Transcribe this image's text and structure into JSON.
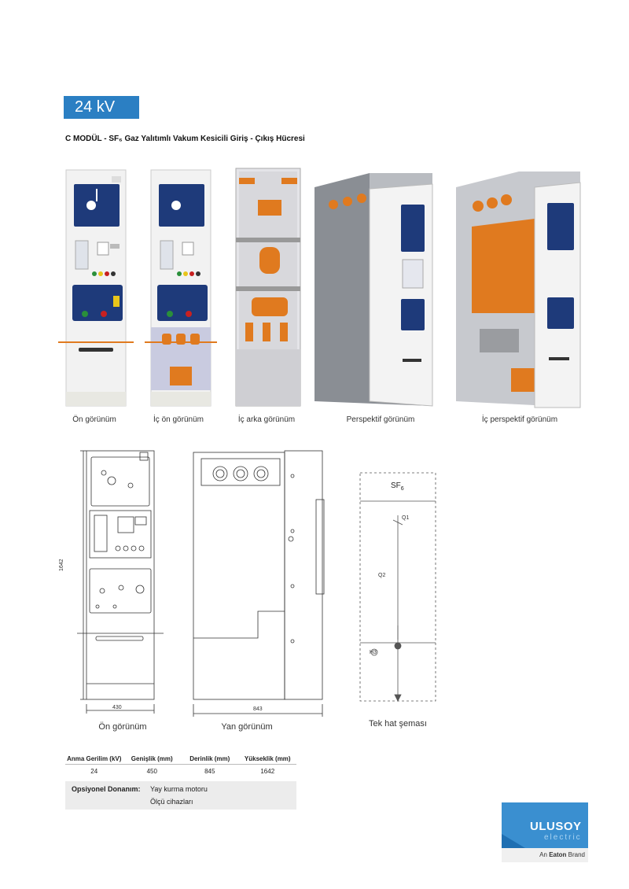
{
  "header": {
    "voltage_badge": "24 kV",
    "subtitle": "C MODÜL - SF₆ Gaz Yalıtımlı Vakum Kesicili Giriş - Çıkış Hücresi"
  },
  "photo_captions": [
    "Ön görünüm",
    "İç ön görünüm",
    "İç arka görünüm",
    "Perspektif görünüm",
    "İç perspektif görünüm"
  ],
  "drawings": {
    "front_caption": "Ön görünüm",
    "side_caption": "Yan görünüm",
    "diagram_caption": "Tek hat şeması",
    "height_dim": "1642",
    "width_dim": "430",
    "depth_dim": "843",
    "sf6_label": "SF",
    "sf6_sub": "6",
    "q1_label": "Q1",
    "q2_label": "Q2",
    "h3_label": "H3"
  },
  "spec_table": {
    "headers": [
      "Anma Gerilim (kV)",
      "Genişlik (mm)",
      "Derinlik (mm)",
      "Yükseklik (mm)"
    ],
    "rows": [
      [
        "24",
        "450",
        "845",
        "1642"
      ]
    ]
  },
  "optional": {
    "label": "Opsiyonel Donanım:",
    "items": [
      "Yay kurma motoru",
      "Ölçü cihazları"
    ]
  },
  "logo": {
    "brand": "ULUSOY",
    "sub": "electric",
    "tagline_prefix": "An ",
    "tagline_brand": "Eaton",
    "tagline_suffix": " Brand"
  },
  "colors": {
    "accent": "#2b7fc3",
    "panel_navy": "#1e3a7a",
    "copper": "#e07a1f",
    "logo_blue": "#3a8fd0"
  }
}
